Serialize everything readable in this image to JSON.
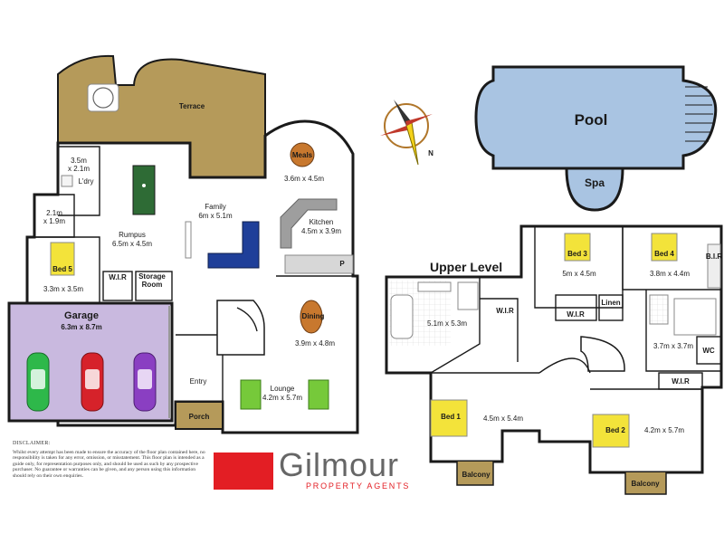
{
  "brand": {
    "name": "Gilmour",
    "tagline": "PROPERTY AGENTS"
  },
  "disclaimer": {
    "title": "DISCLAIMER:",
    "text": "Whilst every attempt has been made to ensure the accuracy of the floor plan contained here, no responsibility is taken for any error, omission, or misstatement. This floor plan is intended as a guide only, for representation purposes only, and should be used as such by any prospective purchaser. No guarantee or warranties can be given, and any person using this information should rely on their own enquiries."
  },
  "compass": {
    "north": "N"
  },
  "outdoor": {
    "terrace": "Terrace",
    "pool": "Pool",
    "spa": "Spa"
  },
  "ground": {
    "garage": {
      "name": "Garage",
      "dims": "6.3m x 8.7m"
    },
    "porch": "Porch",
    "entry": "Entry",
    "laundry": {
      "name": "L'dry",
      "dims": "3.5m\nx 2.1m"
    },
    "room_21": {
      "dims": "2.1m\nx 1.9m"
    },
    "rumpus": {
      "name": "Rumpus",
      "dims": "6.5m x 4.5m"
    },
    "family": {
      "name": "Family",
      "dims": "6m x 5.1m"
    },
    "meals": {
      "name": "Meals",
      "dims": "3.6m x 4.5m"
    },
    "kitchen": {
      "name": "Kitchen",
      "dims": "4.5m x 3.9m"
    },
    "pantry": "P",
    "bed5": {
      "name": "Bed 5",
      "dims": "3.3m x 3.5m"
    },
    "wir": "W.I.R",
    "storage": "Storage\nRoom",
    "dining": {
      "name": "Dining",
      "dims": "3.9m x 4.8m"
    },
    "lounge": {
      "name": "Lounge",
      "dims": "4.2m x 5.7m"
    }
  },
  "upper": {
    "heading": "Upper Level",
    "ensuite": {
      "dims": "5.1m x 5.3m"
    },
    "wir_main": "W.I.R",
    "bed1": {
      "name": "Bed 1",
      "dims": "4.5m x 5.4m"
    },
    "balcony1": "Balcony",
    "bed3": {
      "name": "Bed 3",
      "dims": "5m x 4.5m"
    },
    "wir_bed3": "W.I.R",
    "linen": "Linen",
    "bed4": {
      "name": "Bed 4",
      "dims": "3.8m x 4.4m"
    },
    "bir": "B.I.R",
    "bath": {
      "dims": "3.7m x 3.7m"
    },
    "wc": "WC",
    "wir_bed2": "W.I.R",
    "bed2": {
      "name": "Bed 2",
      "dims": "4.2m x 5.7m"
    },
    "balcony2": "Balcony"
  },
  "colors": {
    "garage_fill": "#c9b9df",
    "terrace_fill": "#b59a5a",
    "pool_fill": "#a9c4e2",
    "bed_fill": "#f3e33a",
    "floor": "#ffffff"
  }
}
